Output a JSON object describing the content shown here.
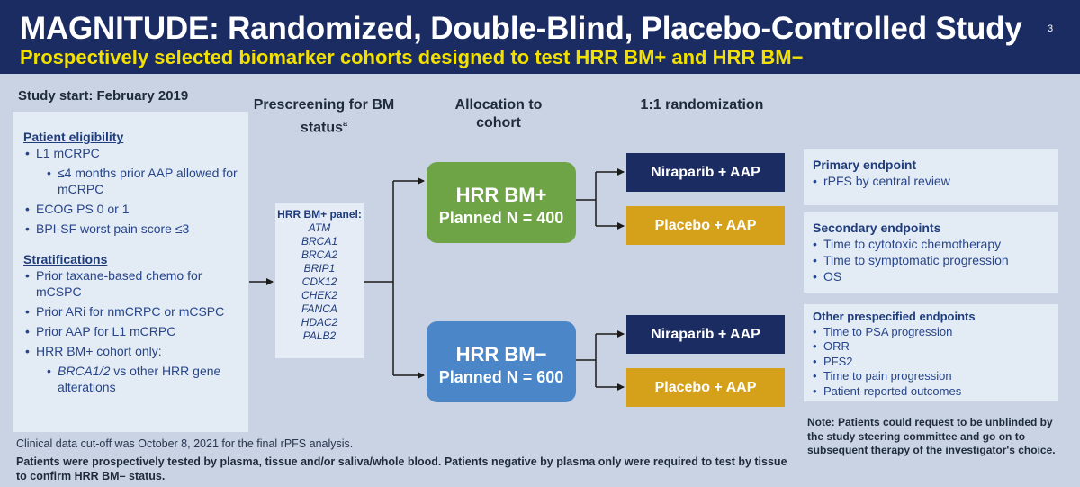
{
  "header": {
    "title": "MAGNITUDE: Randomized, Double-Blind, Placebo-Controlled Study",
    "slide_number": "3",
    "subtitle": "Prospectively selected biomarker cohorts designed to test HRR BM+ and HRR BM−"
  },
  "study_start": "Study start: February 2019",
  "eligibility": {
    "heading": "Patient eligibility",
    "items": [
      "L1 mCRPC",
      "≤4 months prior AAP allowed for mCRPC",
      "ECOG PS 0 or 1",
      "BPI-SF worst pain score ≤3"
    ]
  },
  "stratifications": {
    "heading": "Stratifications",
    "items": [
      "Prior taxane-based chemo for mCSPC",
      "Prior ARi for nmCRPC or mCSPC",
      "Prior AAP for L1 mCRPC",
      "HRR BM+ cohort only:",
      "BRCA1/2",
      " vs other HRR gene alterations"
    ]
  },
  "columns": {
    "prescreen": "Prescreening for BM status",
    "prescreen_sup": "a",
    "allocation": "Allocation to cohort",
    "randomization": "1:1 randomization"
  },
  "biomarker_panel": {
    "title": "HRR BM+ panel:",
    "genes": [
      "ATM",
      "BRCA1",
      "BRCA2",
      "BRIP1",
      "CDK12",
      "CHEK2",
      "FANCA",
      "HDAC2",
      "PALB2"
    ]
  },
  "cohorts": {
    "positive": {
      "name": "HRR BM+",
      "planned": "Planned N = 400"
    },
    "negative": {
      "name": "HRR BM−",
      "planned": "Planned N = 600"
    }
  },
  "arms": {
    "active": "Niraparib + AAP",
    "placebo": "Placebo + AAP"
  },
  "endpoints": {
    "primary": {
      "title": "Primary endpoint",
      "items": [
        "rPFS by central review"
      ]
    },
    "secondary": {
      "title": "Secondary endpoints",
      "items": [
        "Time to cytotoxic chemotherapy",
        "Time to symptomatic progression",
        "OS"
      ]
    },
    "other": {
      "title": "Other prespecified endpoints",
      "items": [
        "Time to PSA progression",
        "ORR",
        "PFS2",
        "Time to pain progression",
        "Patient-reported outcomes"
      ]
    }
  },
  "note": "Note: Patients could request to be unblinded by the study steering committee and go on to subsequent therapy of the investigator's choice.",
  "cutoff": "Clinical data cut-off was October 8, 2021 for the final rPFS analysis.",
  "footnote": "Patients were prospectively tested by plasma, tissue and/or saliva/whole blood. Patients negative by plasma only were required to test by tissue to confirm HRR BM– status.",
  "colors": {
    "header_bg": "#1b2c63",
    "subtitle": "#f2e100",
    "cohort_positive": "#6ea445",
    "cohort_negative": "#4a86c8",
    "arm_active": "#1b2c63",
    "arm_placebo": "#d6a11a"
  }
}
